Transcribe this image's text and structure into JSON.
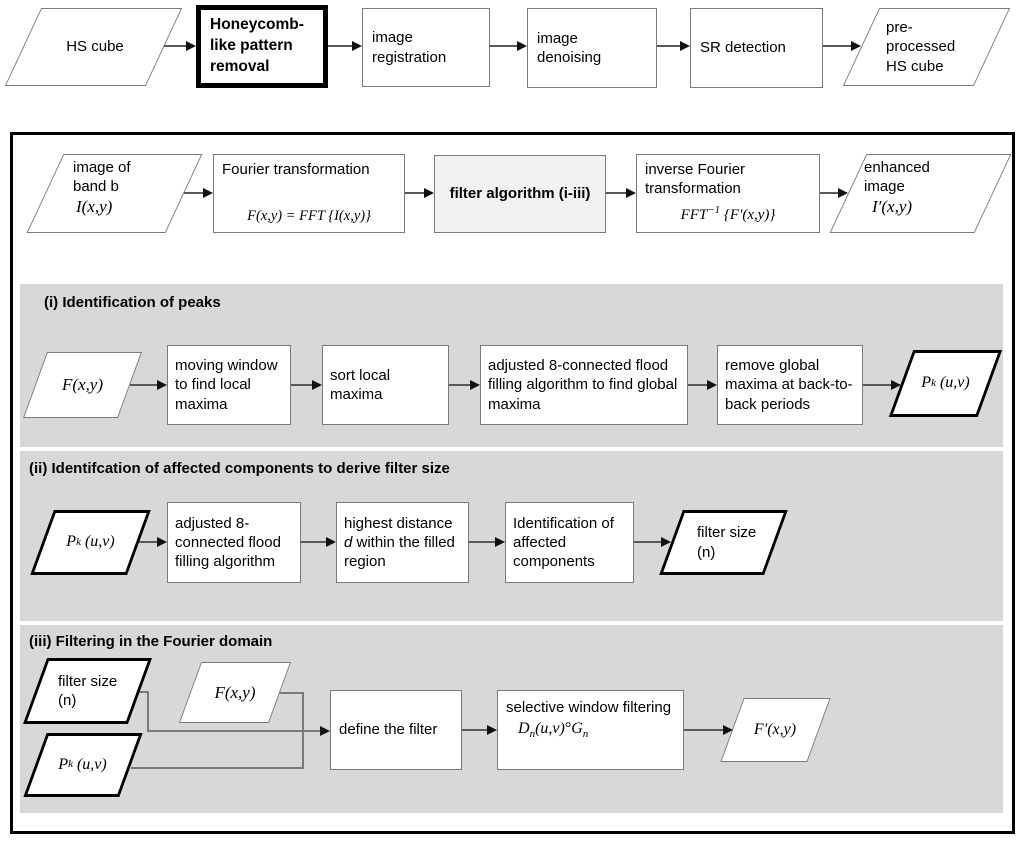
{
  "colors": {
    "section_bg": "#d8d8d8",
    "algorithm_box_bg": "#f2f2f2",
    "box_border_gray": "#7a7a7a",
    "bold_border_black": "#000000",
    "arrow_line_gray": "#595959"
  },
  "pipeline": {
    "hs_cube": "HS cube",
    "honeycomb_removal": "Honeycomb-like pattern removal",
    "image_registration": "image registration",
    "image_denoising": "image denoising",
    "sr_detection": "SR detection",
    "preprocessed_hs_cube": "pre-processed HS cube"
  },
  "overview": {
    "band_image_label": "image of band b",
    "band_image_formula": "I(x,y)",
    "fourier_label": "Fourier transformation",
    "fourier_formula": "F(x,y) = FFT {I(x,y)}",
    "filter_algorithm_label": "filter algorithm (i-iii)",
    "inverse_label": "inverse Fourier transformation",
    "inverse_formula_base": "FFT",
    "inverse_formula_sup": "−1",
    "inverse_formula_rest": " {F′(x,y)}",
    "enhanced_label": "enhanced image",
    "enhanced_formula": "I′(x,y)"
  },
  "math": {
    "f_xy": "F(x,y)",
    "f_prime_xy": "F′(x,y)",
    "pk_base": "P",
    "pk_sub": "k",
    "pk_args": " (u,v)"
  },
  "section_i": {
    "title": "(i) Identification of peaks",
    "step_moving_window": "moving window to find local maxima",
    "step_sort": "sort local maxima",
    "step_flood_fill": "adjusted 8-connected flood filling algorithm to find global maxima",
    "step_remove": "remove global maxima at back-to-back periods"
  },
  "section_ii": {
    "title": "(ii) Identifcation of affected components to derive filter size",
    "step_flood_fill": "adjusted 8-connected flood filling algorithm",
    "step_distance_pre": "highest distance ",
    "step_distance_var": "d",
    "step_distance_post": " within the filled region",
    "step_identification": "Identification of affected components",
    "output_filter_size": "filter size (n)"
  },
  "section_iii": {
    "title": "(iii) Filtering in the Fourier domain",
    "input_filter_size": "filter size (n)",
    "define_filter": "define the filter",
    "selective_label": "selective window filtering",
    "formula_d": "D",
    "formula_d_sub": "n",
    "formula_args": "(u,v)",
    "formula_ring": "°",
    "formula_g": "G",
    "formula_g_sub": "n"
  }
}
